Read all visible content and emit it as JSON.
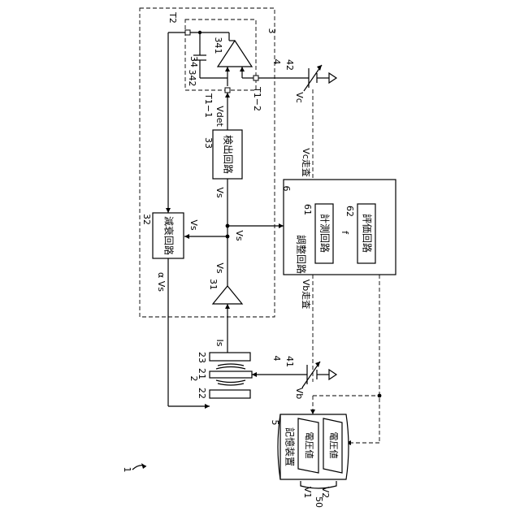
{
  "labels": {
    "fig_ref": "1",
    "device_ref": "2",
    "elec_21": "21",
    "elec_22": "22",
    "elec_23": "23",
    "circuit_ref": "3",
    "amp_ref": "31",
    "atten_ref": "32",
    "detect_ref": "33",
    "sub_ref": "34",
    "opamp_ref": "341",
    "cap_ref": "342",
    "supply_ref_a": "4",
    "supply_ref_b": "4",
    "vb_src_ref": "41",
    "vc_src_ref": "42",
    "storage_ref": "5",
    "adjust_ref": "6",
    "meas_ref": "61",
    "eval_ref": "62",
    "data_ref": "50",
    "t1_1": "T1−1",
    "t1_2": "T1−2",
    "t2": "T2"
  },
  "blocks": {
    "atten": "減衰回路",
    "detect": "検出回路",
    "adjust": "調整回路",
    "measure": "計測回路",
    "evaluate": "評価回路",
    "storage": "記憶装置",
    "volt1": "電圧値",
    "volt2": "電圧値"
  },
  "signals": {
    "vs_amp": "Vs",
    "vs_atten": "Vs",
    "vs_node": "Vs",
    "vs_det": "Vs",
    "vdet": "Vdet",
    "alpha_vs": "α Vs",
    "is": "Is",
    "vb": "Vb",
    "vc": "Vc",
    "vb_scan": "Vb走査",
    "vc_scan": "Vc走査",
    "f": "f",
    "v1": "V1",
    "v2": "V2"
  }
}
